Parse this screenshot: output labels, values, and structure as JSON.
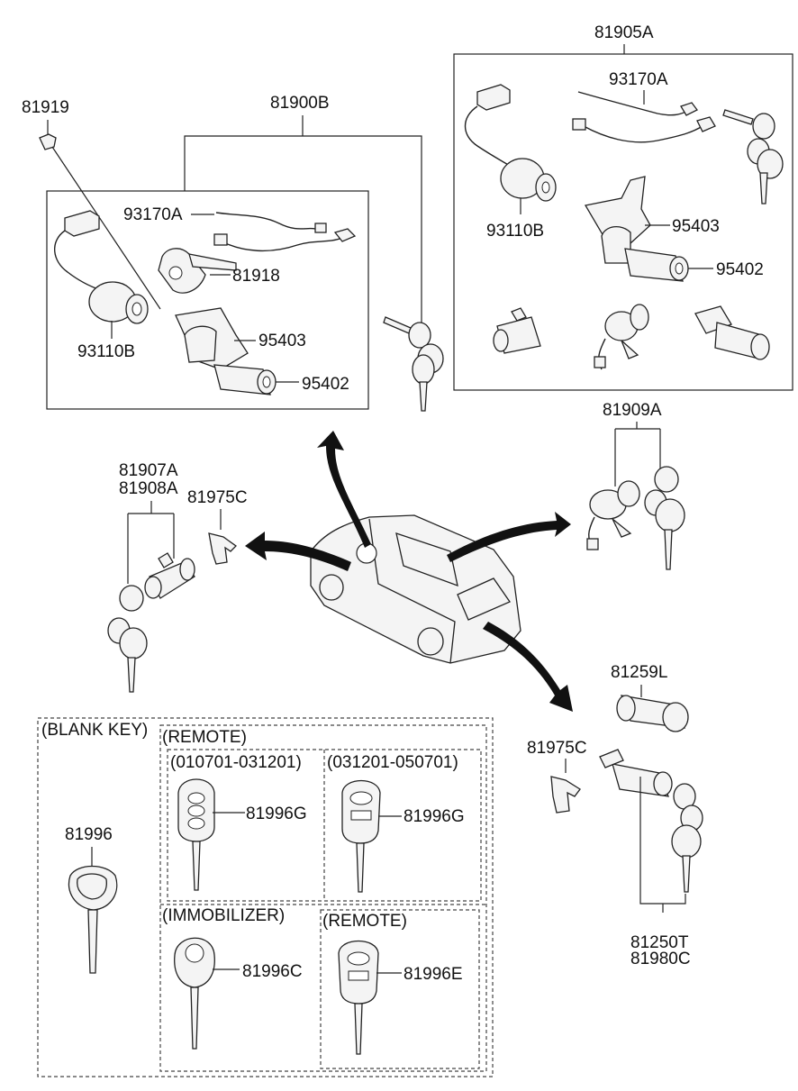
{
  "labels": {
    "l81919": "81919",
    "l81900B": "81900B",
    "l81905A": "81905A",
    "l93170A_left": "93170A",
    "l93170A_right": "93170A",
    "l81918": "81918",
    "l93110B_left": "93110B",
    "l93110B_right": "93110B",
    "l95403_left": "95403",
    "l95403_right": "95403",
    "l95402_left": "95402",
    "l95402_right": "95402",
    "l81909A": "81909A",
    "l81907A": "81907A",
    "l81908A": "81908A",
    "l81975C_left": "81975C",
    "l81975C_right": "81975C",
    "l81259L": "81259L",
    "l81250T": "81250T",
    "l81980C": "81980C",
    "blank_key": "(BLANK KEY)",
    "remote_top": "(REMOTE)",
    "range1": "(010701-031201)",
    "range2": "(031201-050701)",
    "immobilizer": "(IMMOBILIZER)",
    "remote_bottom": "(REMOTE)",
    "l81996": "81996",
    "l81996G_a": "81996G",
    "l81996G_b": "81996G",
    "l81996C": "81996C",
    "l81996E": "81996E"
  },
  "icons": [
    "key-icon",
    "ignition-cylinder-icon",
    "door-lock-icon",
    "wire-harness-icon",
    "van-icon",
    "clip-icon",
    "remote-key-icon"
  ]
}
